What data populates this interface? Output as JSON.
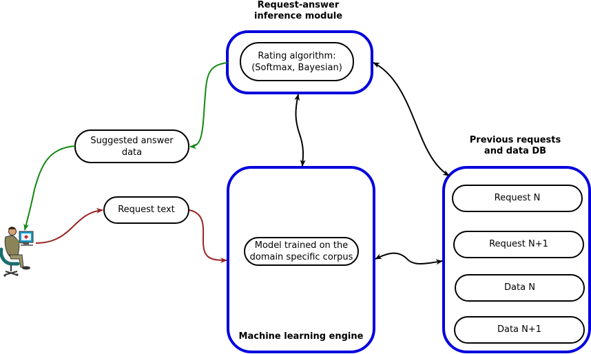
{
  "modules": {
    "inference": {
      "heading_line1": "Request-answer",
      "heading_line2": "inference module",
      "rating_line1": "Rating algorithm:",
      "rating_line2": "(Softmax, Bayesian)"
    },
    "ml_engine": {
      "heading": "Machine learning engine",
      "model_line1": "Model trained on the",
      "model_line2": "domain specific corpus"
    },
    "db": {
      "heading_line1": "Previous requests",
      "heading_line2": "and data DB",
      "items": [
        "Request N",
        "Request N+1",
        "Data N",
        "Data N+1"
      ]
    }
  },
  "floating": {
    "suggested_line1": "Suggested answer",
    "suggested_line2": "data",
    "request_text": "Request text"
  },
  "colors": {
    "container_border": "#0000dd",
    "green_arrow": "#118811",
    "red_arrow": "#992222",
    "black_arrow": "#000000"
  }
}
